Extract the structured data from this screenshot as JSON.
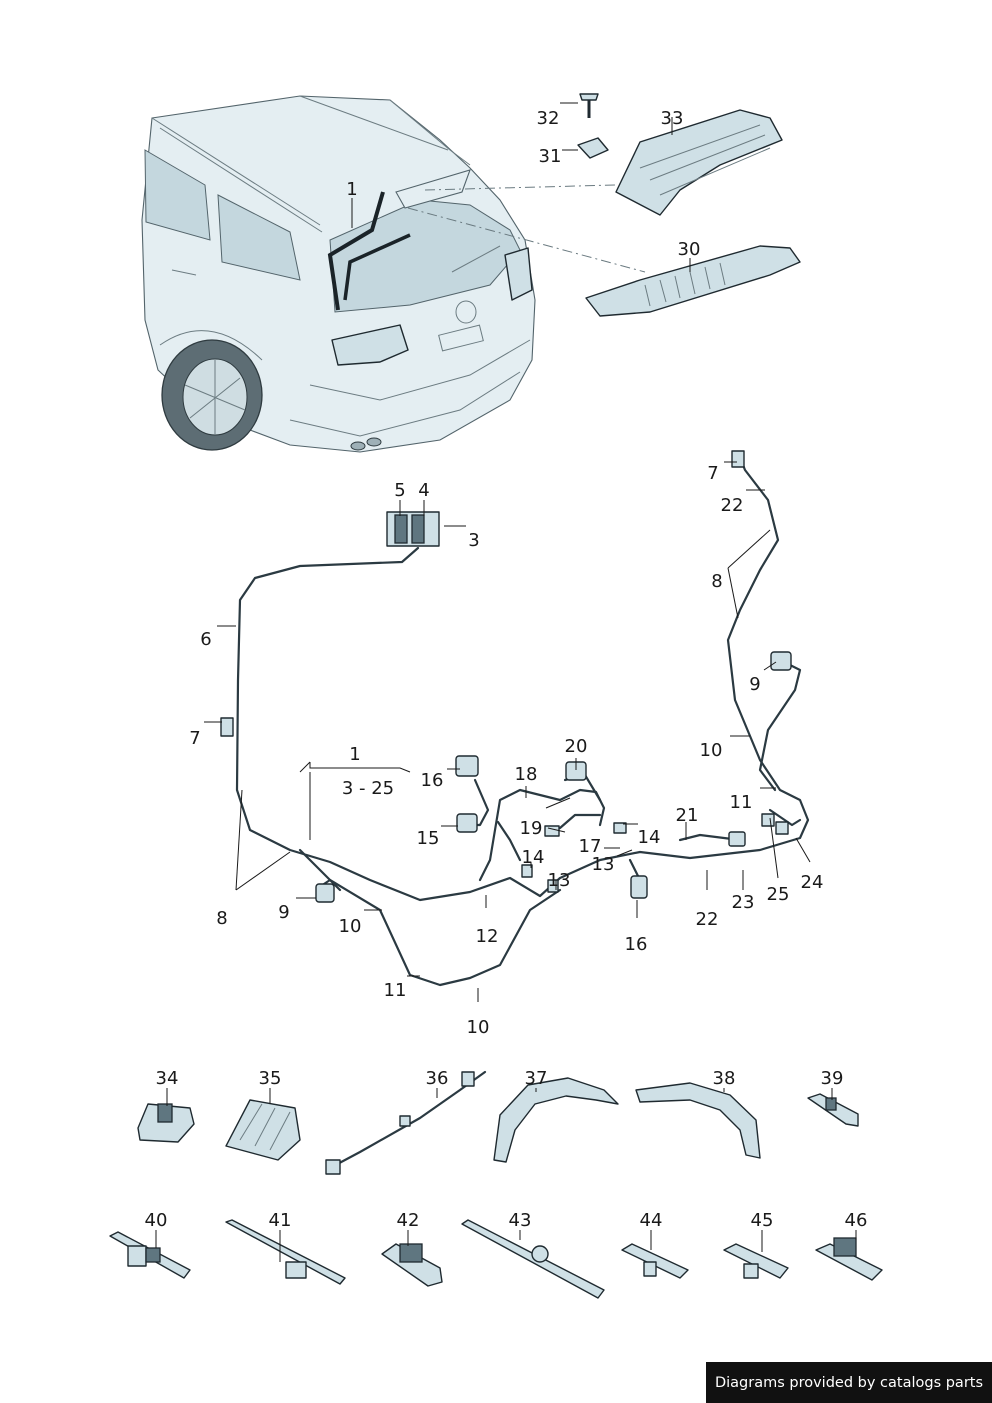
{
  "callouts": {
    "c1_top": "1",
    "c32": "32",
    "c33": "33",
    "c31": "31",
    "c30": "30",
    "c5": "5",
    "c4": "4",
    "c3": "3",
    "c6": "6",
    "c7_left": "7",
    "c1_group": "1",
    "c_range": "3 - 25",
    "c8_left": "8",
    "c9_left": "9",
    "c10_a": "10",
    "c11_a": "11",
    "c10_b": "10",
    "c12": "12",
    "c13_a": "13",
    "c14_a": "14",
    "c15": "15",
    "c16_a": "16",
    "c18": "18",
    "c20": "20",
    "c19": "19",
    "c17": "17",
    "c14_b": "14",
    "c13_b": "13",
    "c16_b": "16",
    "c21": "21",
    "c22_b": "22",
    "c23": "23",
    "c25": "25",
    "c24": "24",
    "c7_right": "7",
    "c22_a": "22",
    "c8_right": "8",
    "c9_right": "9",
    "c10_right": "10",
    "c11_right": "11",
    "c34": "34",
    "c35": "35",
    "c36": "36",
    "c37": "37",
    "c38": "38",
    "c39": "39",
    "c40": "40",
    "c41": "41",
    "c42": "42",
    "c43": "43",
    "c44": "44",
    "c45": "45",
    "c46": "46"
  },
  "footer": {
    "credit": "Diagrams provided by catalogs parts"
  },
  "colors": {
    "part_fill": "#cfe0e6",
    "outline": "#1f2a30",
    "badge_bg": "#111111"
  }
}
